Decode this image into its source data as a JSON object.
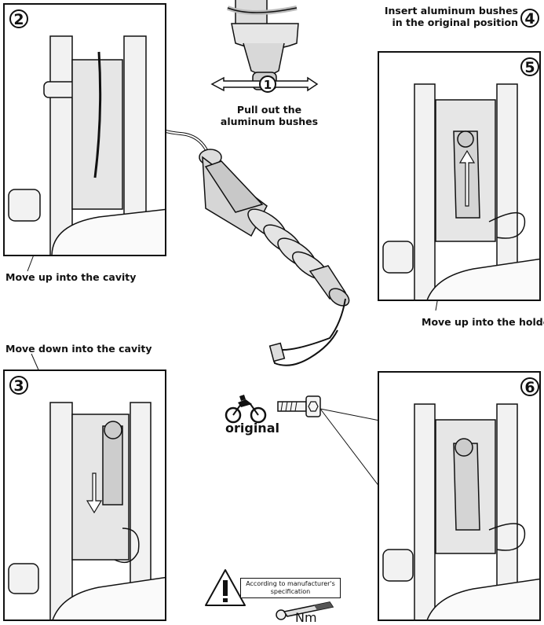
{
  "steps": {
    "s1": {
      "number": "1",
      "caption": "Pull out the aluminum bushes"
    },
    "s2": {
      "number": "2",
      "caption": "Move up into the cavity"
    },
    "s3": {
      "number": "3",
      "caption": "Move down into the cavity"
    },
    "s4": {
      "number": "4",
      "caption_line1": "Insert aluminum bushes",
      "caption_line2": "in the original position"
    },
    "s5": {
      "number": "5",
      "caption": "Move up into the holder"
    },
    "s6": {
      "number": "6"
    }
  },
  "caption_s1_line1": "Pull out the",
  "caption_s1_line2": "aluminum bushes",
  "original_label": "original",
  "torque": {
    "note_line1": "According to manufacturer's",
    "note_line2": "specification",
    "unit": "Nm"
  },
  "icons": [
    "warning-triangle-icon",
    "motorcycle-icon",
    "bolt-icon",
    "torque-wrench-icon"
  ]
}
